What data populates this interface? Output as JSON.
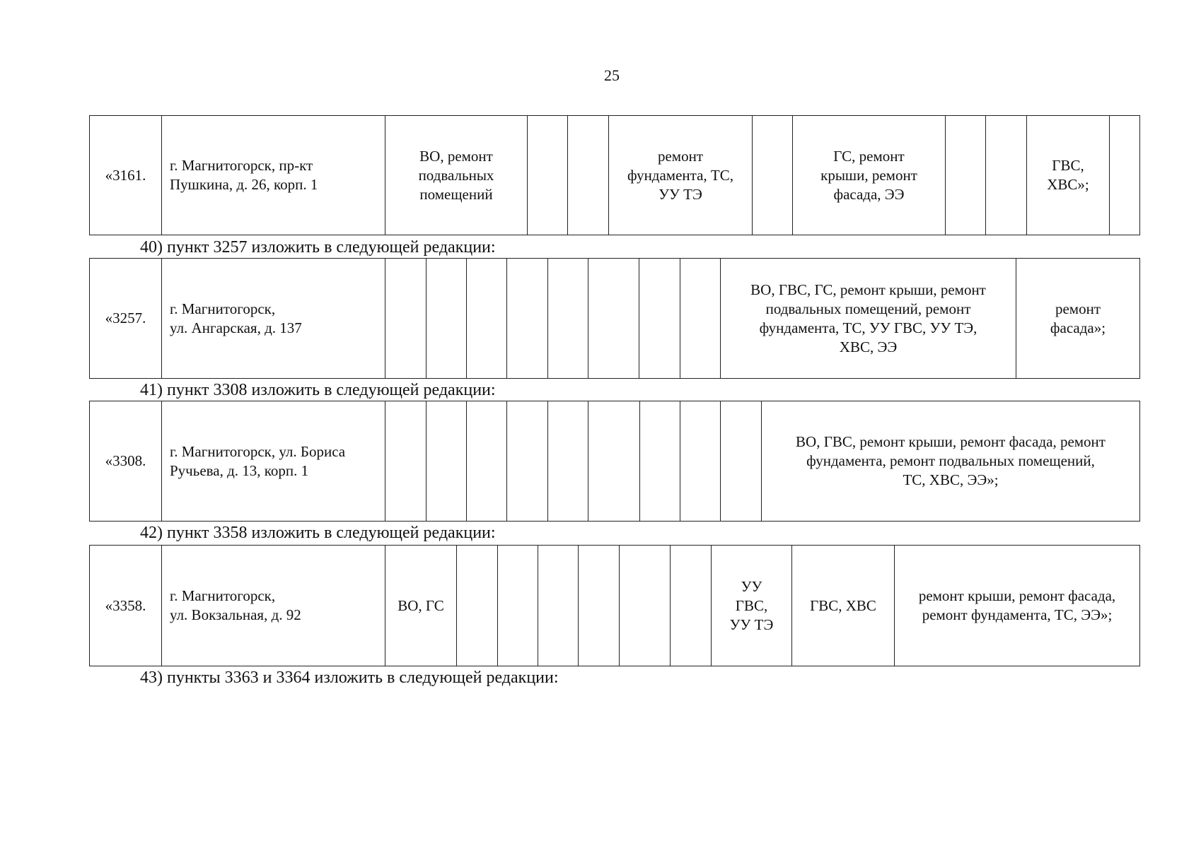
{
  "page_number": "25",
  "rows": {
    "r3161": {
      "number": "«3161.",
      "address": [
        "г. Магнитогорск, пр-кт",
        "Пушкина, д. 26, корп. 1"
      ],
      "c3": [
        "ВО, ремонт",
        "подвальных",
        "помещений"
      ],
      "c6": [
        "ремонт",
        "фундамента, ТС,",
        "УУ ТЭ"
      ],
      "c8": [
        "ГС, ремонт",
        "крыши, ремонт",
        "фасада, ЭЭ"
      ],
      "c11": [
        "ГВС,",
        "ХВС»;"
      ]
    },
    "r3257": {
      "number": "«3257.",
      "address": [
        "г. Магнитогорск,",
        "ул. Ангарская, д. 137"
      ],
      "merged": [
        "ВО, ГВС, ГС, ремонт крыши, ремонт",
        "подвальных помещений, ремонт",
        "фундамента, ТС, УУ ГВС, УУ ТЭ,",
        "ХВС, ЭЭ"
      ],
      "last": [
        "ремонт",
        "фасада»;"
      ]
    },
    "r3308": {
      "number": "«3308.",
      "address": [
        "г. Магнитогорск, ул. Бориса",
        "Ручьева, д. 13, корп. 1"
      ],
      "merged": [
        "ВО, ГВС, ремонт крыши, ремонт фасада, ремонт",
        "фундамента, ремонт подвальных помещений,",
        "ТС, ХВС, ЭЭ»;"
      ]
    },
    "r3358": {
      "number": "«3358.",
      "address": [
        "г. Магнитогорск,",
        "ул. Вокзальная, д. 92"
      ],
      "c3": "ВО, ГС",
      "uu": [
        "УУ",
        "ГВС,",
        "УУ ТЭ"
      ],
      "gvs": "ГВС, ХВС",
      "last": [
        "ремонт крыши, ремонт фасада,",
        "ремонт фундамента, ТС, ЭЭ»;"
      ]
    }
  },
  "instructions": [
    "40) пункт 3257 изложить в следующей редакции:",
    "41) пункт 3308 изложить в следующей редакции:",
    "42) пункт 3358 изложить в следующей редакции:",
    "43) пункты 3363 и 3364 изложить в следующей редакции:"
  ]
}
